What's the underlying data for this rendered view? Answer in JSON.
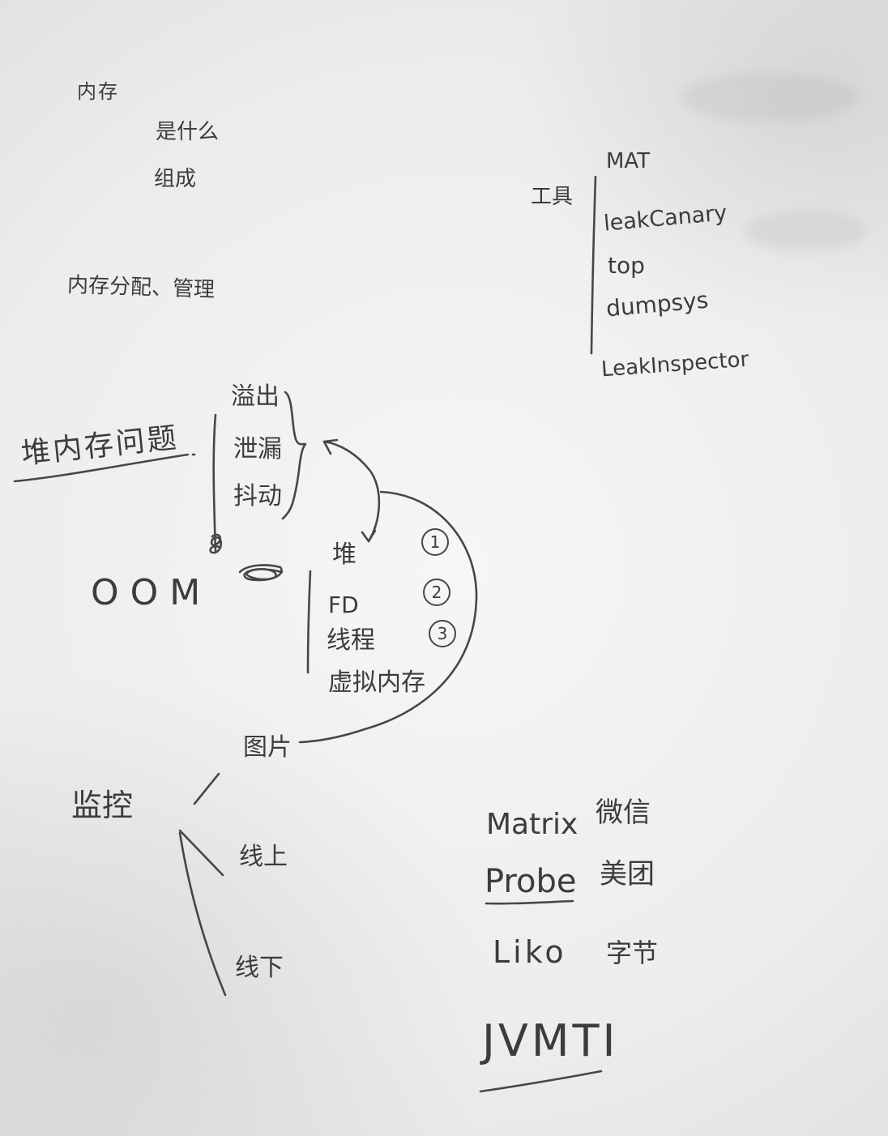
{
  "board": {
    "memory": {
      "title": "内存",
      "what": "是什么",
      "composition": "组成",
      "allocation": "内存分配、管理"
    },
    "tools": {
      "label": "工具",
      "items": [
        "MAT",
        "leakCanary",
        "top",
        "dumpsys",
        "LeakInspector"
      ]
    },
    "heap_problems": {
      "label": "堆内存问题",
      "items": [
        "溢出",
        "泄漏",
        "抖动"
      ]
    },
    "oom": {
      "label": "OOM",
      "causes": [
        {
          "label": "堆",
          "num": "1"
        },
        {
          "label": "FD",
          "num": "2"
        },
        {
          "label": "线程",
          "num": "3"
        },
        {
          "label": "虚拟内存"
        }
      ]
    },
    "monitoring": {
      "label": "监控",
      "items": [
        "图片",
        "线上",
        "线下"
      ]
    },
    "solutions": [
      {
        "name": "Matrix",
        "company": "微信"
      },
      {
        "name": "Probe",
        "company": "美团"
      },
      {
        "name": "Liko",
        "company": "字节"
      }
    ],
    "jvmti": "JVMTI"
  },
  "colors": {
    "ink": "#3c3c3c",
    "board": "#f1f1ef"
  }
}
